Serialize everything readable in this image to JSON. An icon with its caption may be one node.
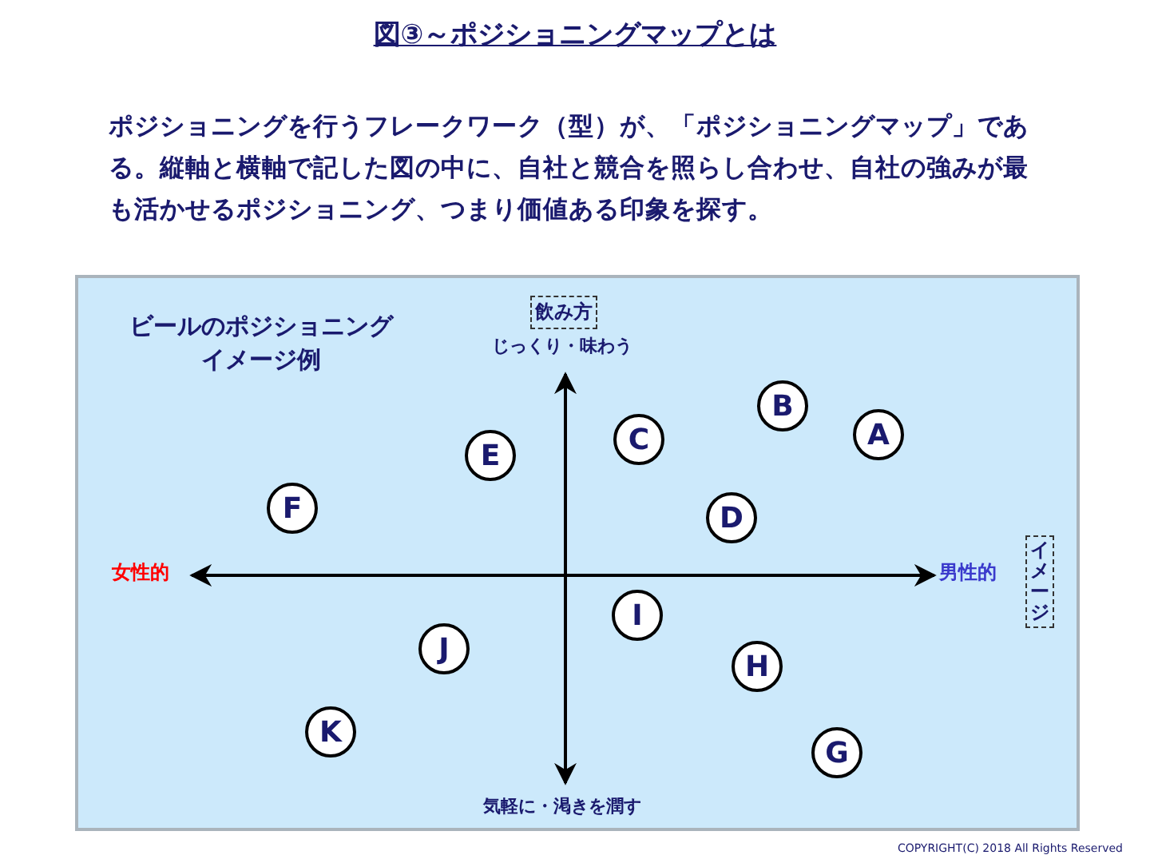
{
  "diagram": {
    "title": "図③～ポジショニングマップとは",
    "nodes": [
      {
        "text": [
          "ビールのポジショニングイメージ例"
        ]
      },
      {
        "text": [
          "飲み方"
        ],
        "in": 0
      },
      {
        "text": [
          "B"
        ],
        "in": 0
      },
      {
        "text": [
          "A"
        ],
        "in": 0
      },
      {
        "text": [
          "C"
        ],
        "in": 0
      },
      {
        "text": [
          "E"
        ],
        "in": 0
      },
      {
        "text": [
          "F"
        ],
        "in": 0
      },
      {
        "text": [
          "D"
        ],
        "in": 0
      },
      {
        "text": [
          "イメージ"
        ],
        "in": 0
      },
      {
        "text": [
          "I"
        ],
        "in": 0
      },
      {
        "text": [
          "J"
        ],
        "in": 0
      },
      {
        "text": [
          "H"
        ],
        "in": 0
      },
      {
        "text": [
          "K"
        ],
        "in": 0
      },
      {
        "text": [
          "G"
        ],
        "in": 0
      }
    ],
    "edges": [],
    "labels": [
      "ポジショニングを行うフレークワーク（型）が、「ポジショニングマップ」である。縦軸と横軸で記した図の中に、自社と競合を照らし合わせ、自社の強みが最も活かせるポジショニング、つまり価値ある印象を探す。",
      "じっくり・味わう",
      "女性的",
      "男性的",
      "気軽に・渇きを潤す",
      "COPYRIGHT(C) 2018 All Rights Reserved"
    ]
  }
}
